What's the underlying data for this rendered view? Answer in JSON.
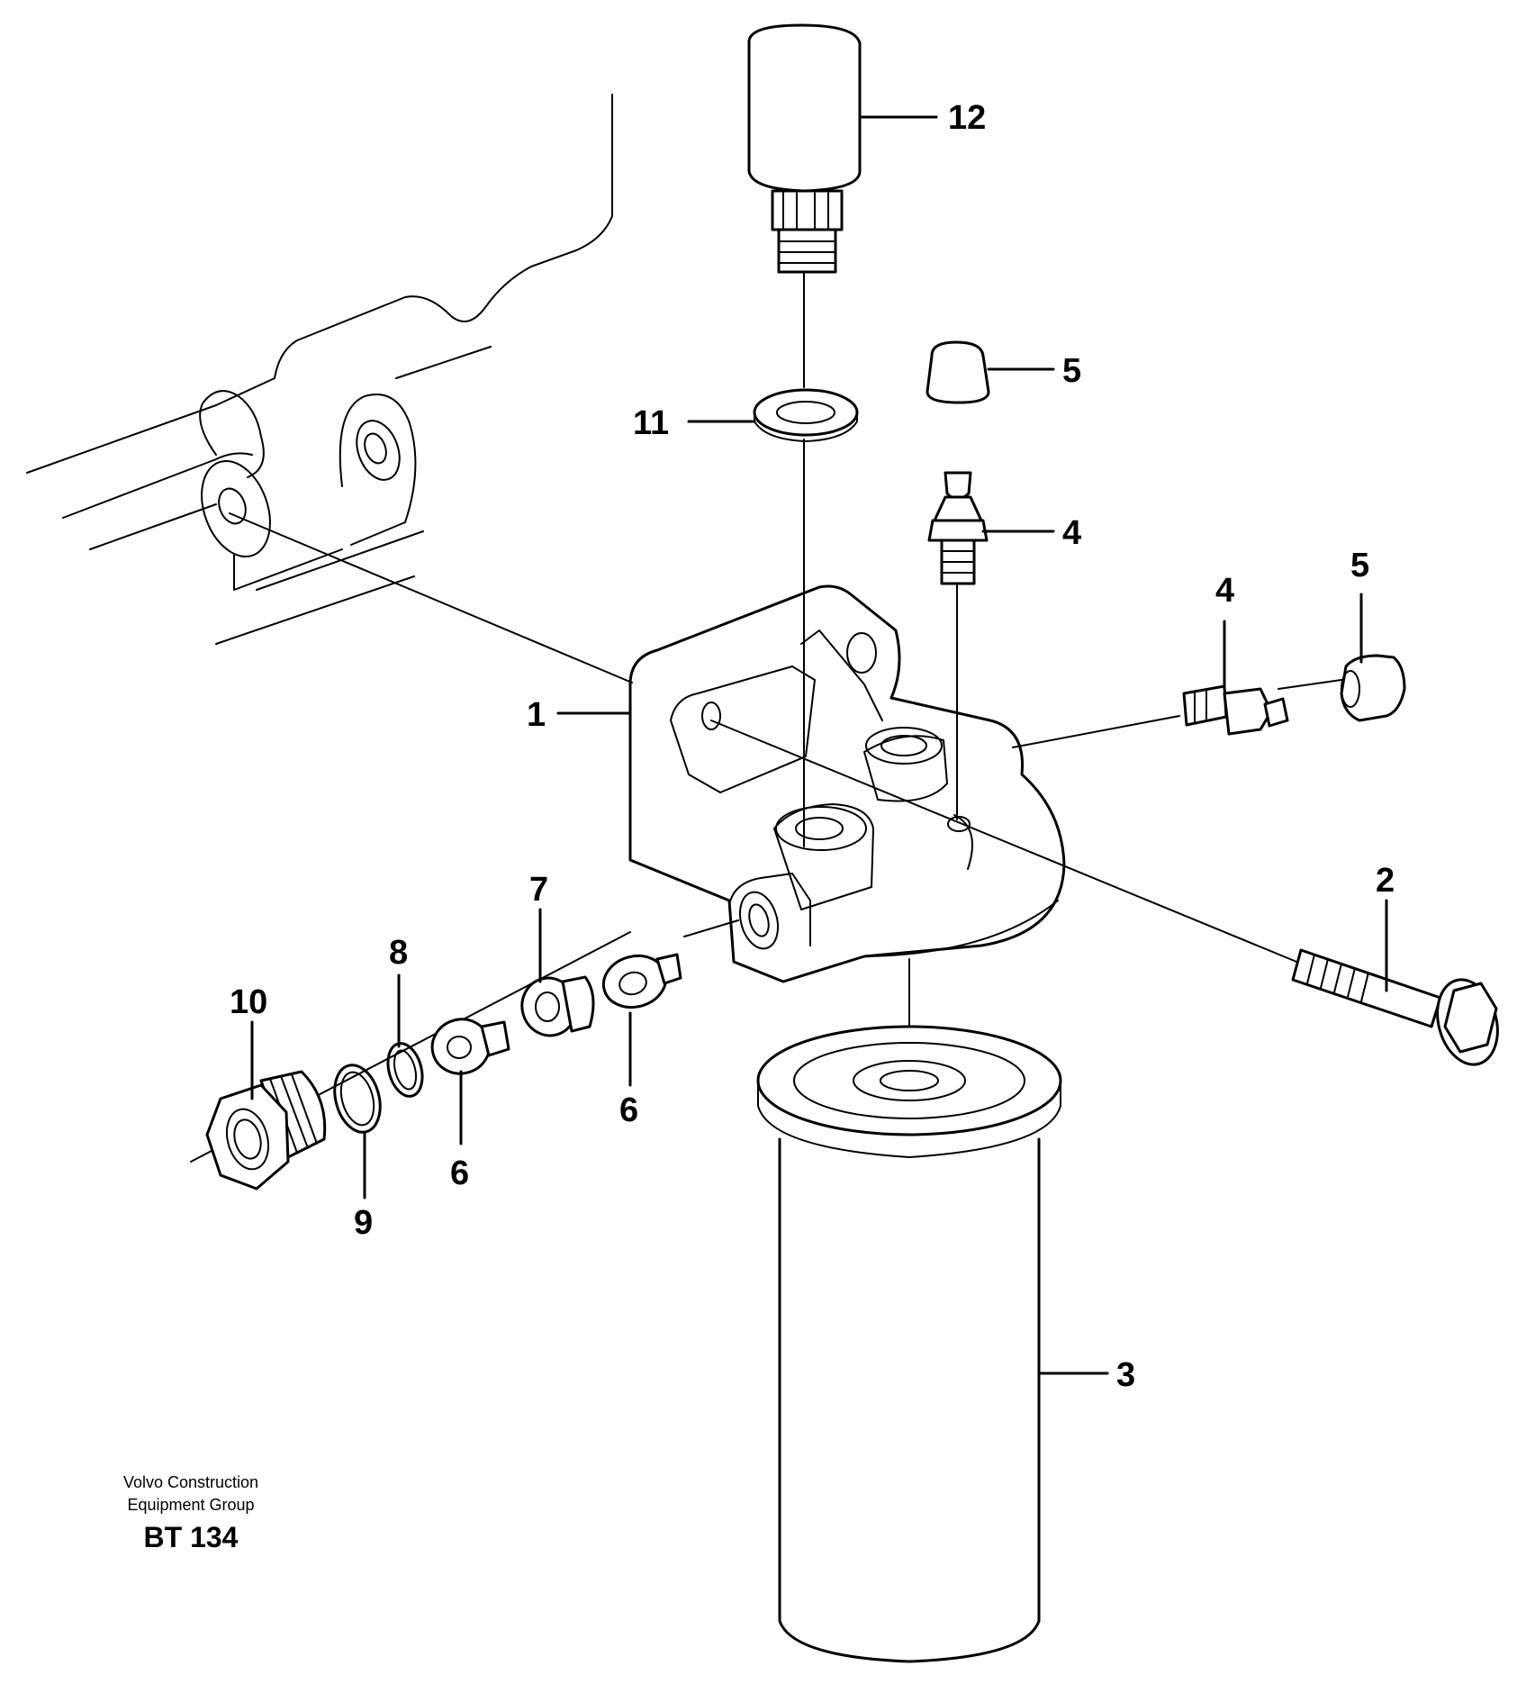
{
  "diagram": {
    "callouts": [
      {
        "id": "1",
        "label": "1"
      },
      {
        "id": "2",
        "label": "2"
      },
      {
        "id": "3",
        "label": "3"
      },
      {
        "id": "4a",
        "label": "4"
      },
      {
        "id": "4b",
        "label": "4"
      },
      {
        "id": "5a",
        "label": "5"
      },
      {
        "id": "5b",
        "label": "5"
      },
      {
        "id": "6a",
        "label": "6"
      },
      {
        "id": "6b",
        "label": "6"
      },
      {
        "id": "7",
        "label": "7"
      },
      {
        "id": "8",
        "label": "8"
      },
      {
        "id": "9",
        "label": "9"
      },
      {
        "id": "10",
        "label": "10"
      },
      {
        "id": "11",
        "label": "11"
      },
      {
        "id": "12",
        "label": "12"
      }
    ]
  },
  "footer": {
    "line1": "Volvo Construction",
    "line2": "Equipment Group",
    "code": "BT 134"
  }
}
